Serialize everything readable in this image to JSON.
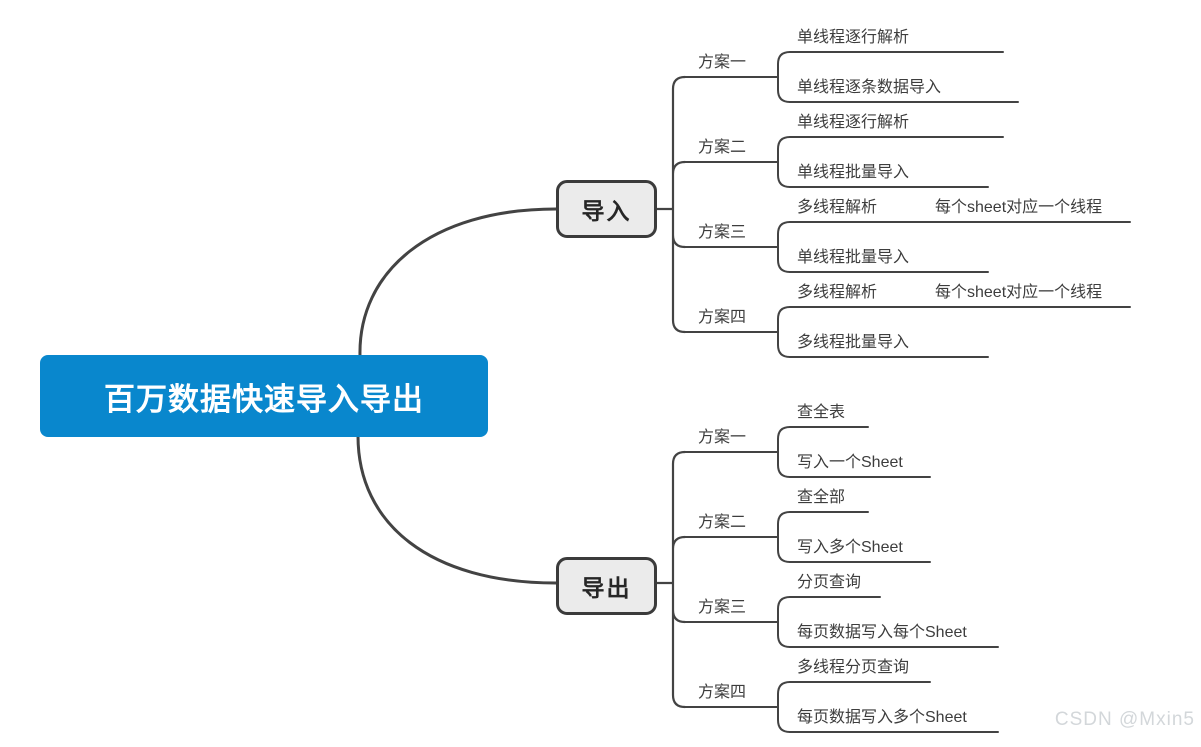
{
  "root": {
    "label": "百万数据快速导入导出"
  },
  "watermark": {
    "text": "CSDN @Mxin5"
  },
  "colors": {
    "root_fill": "#0987cd",
    "root_text": "#ffffff",
    "topic_fill": "#ebebeb",
    "topic_border": "#3b3b3b",
    "line": "#434343",
    "label_text": "#3d3d3d",
    "watermark_text": "#d3d7da"
  },
  "branches": [
    {
      "label": "导入",
      "plans": [
        {
          "label": "方案一",
          "children": [
            {
              "label": "单线程逐行解析"
            },
            {
              "label": "单线程逐条数据导入"
            }
          ]
        },
        {
          "label": "方案二",
          "children": [
            {
              "label": "单线程逐行解析"
            },
            {
              "label": "单线程批量导入"
            }
          ]
        },
        {
          "label": "方案三",
          "children": [
            {
              "label": "多线程解析",
              "note": "每个sheet对应一个线程"
            },
            {
              "label": "单线程批量导入"
            }
          ]
        },
        {
          "label": "方案四",
          "children": [
            {
              "label": "多线程解析",
              "note": "每个sheet对应一个线程"
            },
            {
              "label": "多线程批量导入"
            }
          ]
        }
      ]
    },
    {
      "label": "导出",
      "plans": [
        {
          "label": "方案一",
          "children": [
            {
              "label": "查全表"
            },
            {
              "label": "写入一个Sheet"
            }
          ]
        },
        {
          "label": "方案二",
          "children": [
            {
              "label": "查全部"
            },
            {
              "label": "写入多个Sheet"
            }
          ]
        },
        {
          "label": "方案三",
          "children": [
            {
              "label": "分页查询"
            },
            {
              "label": "每页数据写入每个Sheet"
            }
          ]
        },
        {
          "label": "方案四",
          "children": [
            {
              "label": "多线程分页查询"
            },
            {
              "label": "每页数据写入多个Sheet"
            }
          ]
        }
      ]
    }
  ]
}
